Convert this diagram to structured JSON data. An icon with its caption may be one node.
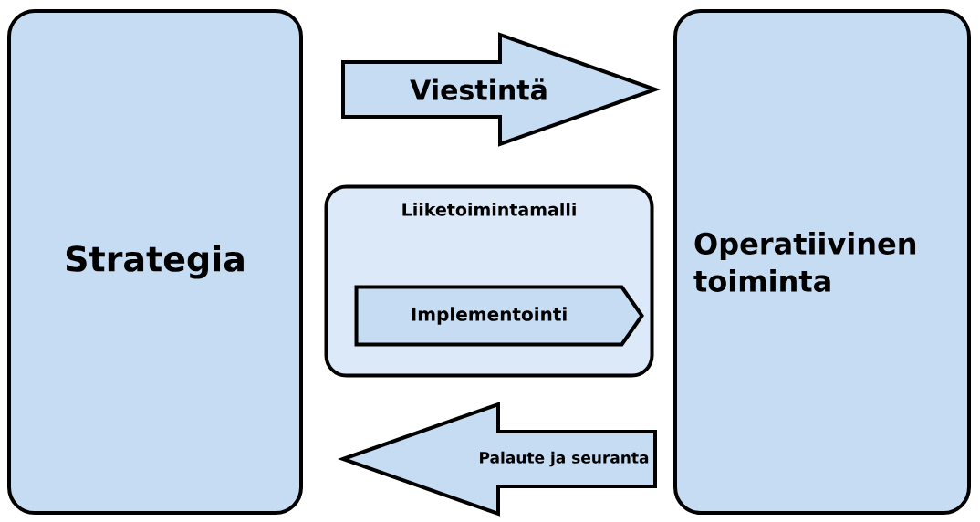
{
  "diagram": {
    "nodes": [
      {
        "text": [
          "Strategia"
        ]
      },
      {
        "text": [
          "Operatiivinen toiminta"
        ]
      },
      {
        "text": [
          "Liiketoimintamalli"
        ]
      },
      {
        "text": [
          "Implementointi"
        ],
        "in": 2
      }
    ],
    "edges": [
      {
        "from": 0,
        "to": 1,
        "arrow": "to",
        "label": "Viestintä"
      },
      {
        "from": 1,
        "to": 0,
        "arrow": "to",
        "label": "Palaute ja seuranta"
      }
    ]
  }
}
